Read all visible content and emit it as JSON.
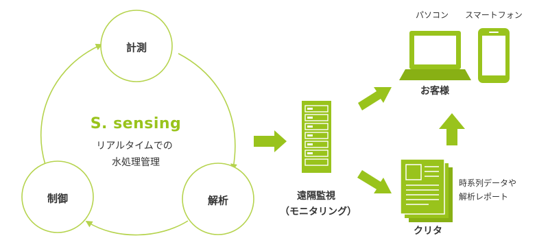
{
  "colors": {
    "accent": "#99c31c",
    "accent_dark": "#88b014",
    "cycle_line": "#b5d34d",
    "text": "#333333"
  },
  "cycle": {
    "top_label": "計測",
    "bottom_right_label": "解析",
    "bottom_left_label": "制御",
    "brand": "S. sensing",
    "tagline_line1": "リアルタイムでの",
    "tagline_line2": "水処理管理"
  },
  "server": {
    "icon": "server-rack-icon",
    "label_line1": "遠隔監視",
    "label_line2": "（モニタリング）"
  },
  "devices": {
    "pc_label": "パソコン",
    "phone_label": "スマートフォン",
    "customer_label": "お客様",
    "pc_icon": "laptop-icon",
    "phone_icon": "smartphone-icon"
  },
  "report": {
    "icon": "document-stack-icon",
    "desc_line1": "時系列データや",
    "desc_line2": "解析レポート",
    "company_label": "クリタ"
  }
}
